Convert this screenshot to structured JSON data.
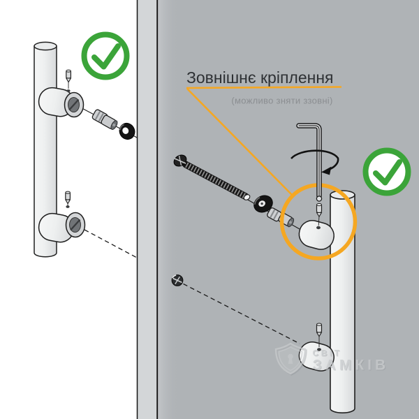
{
  "annotation": {
    "title": "Зовнішнє кріплення",
    "caption": "(можливо зняти ззовні)"
  },
  "watermark": {
    "brand_top": "СВІТ",
    "brand_bottom": "ЗАМКІВ"
  },
  "colors": {
    "accent_orange": "#F5A722",
    "success_green": "#3BA439",
    "door_panel_gray": "#AFB3B6",
    "door_edge_gray": "#D3D6D8",
    "outline_black": "#1A1A1A"
  },
  "icons": {
    "left_status": "check-circle-icon",
    "right_status": "check-circle-icon",
    "tool": "allen-key-icon",
    "rotation": "rotate-arrow-icon",
    "highlight": "highlight-circle-icon",
    "brand": "shield-keyhole-icon"
  }
}
